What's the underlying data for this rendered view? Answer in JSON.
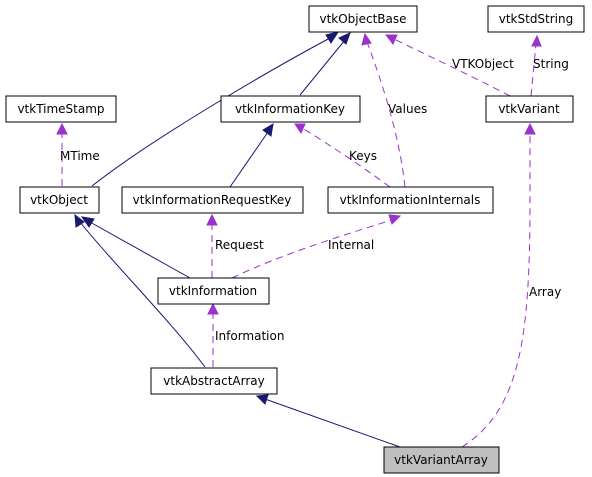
{
  "diagram": {
    "colors": {
      "inheritance_edge": "#191970",
      "usage_edge": "#9a32cd",
      "focus_fill": "#bfbfbf",
      "node_border": "#000000",
      "background": "#ffffff"
    },
    "nodes": {
      "vtkObjectBase": "vtkObjectBase",
      "vtkStdString": "vtkStdString",
      "vtkTimeStamp": "vtkTimeStamp",
      "vtkInformationKey": "vtkInformationKey",
      "vtkVariant": "vtkVariant",
      "vtkObject": "vtkObject",
      "vtkInformationRequestKey": "vtkInformationRequestKey",
      "vtkInformationInternals": "vtkInformationInternals",
      "vtkInformation": "vtkInformation",
      "vtkAbstractArray": "vtkAbstractArray",
      "vtkVariantArray": "vtkVariantArray"
    },
    "edge_labels": {
      "vtkobject": "VTKObject",
      "string": "String",
      "values": "Values",
      "mtime": "MTime",
      "keys": "Keys",
      "request": "Request",
      "internal": "Internal",
      "array": "Array",
      "information": "Information"
    }
  }
}
